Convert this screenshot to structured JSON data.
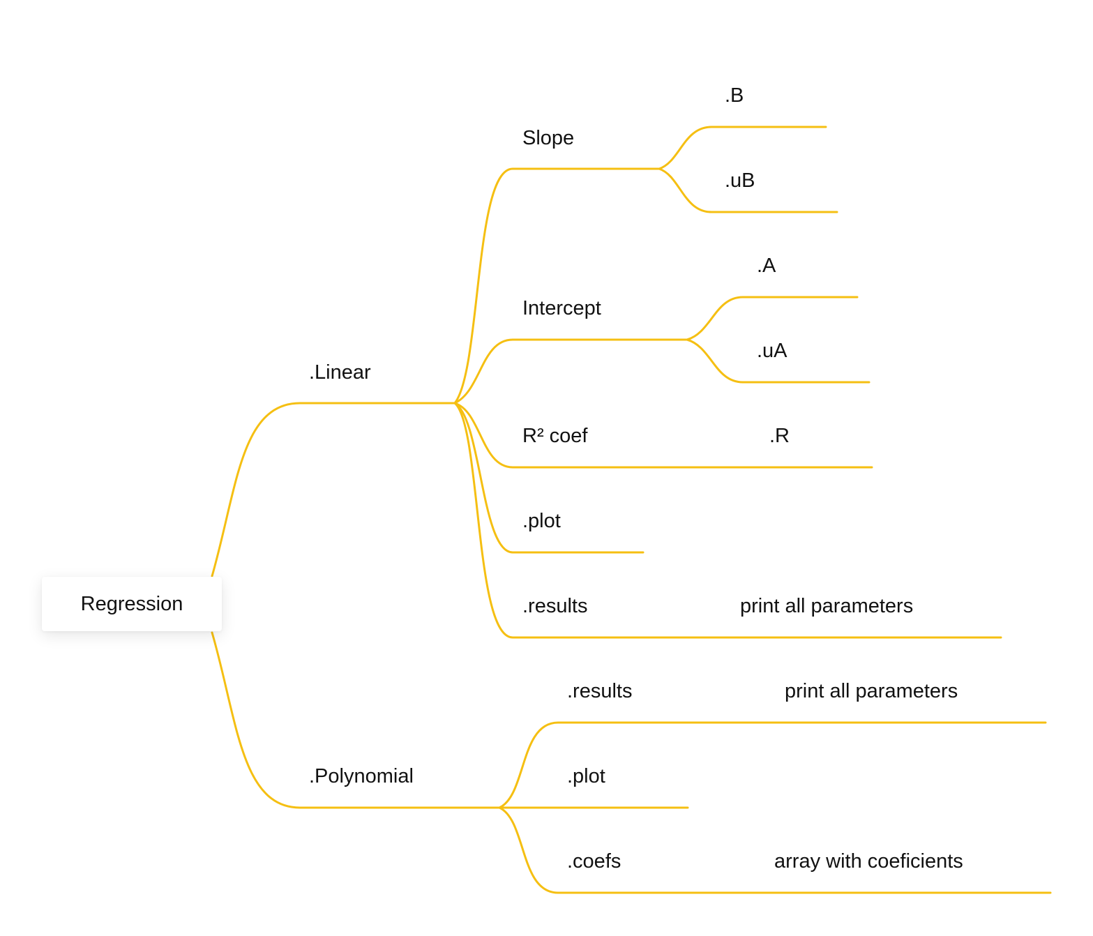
{
  "root": {
    "label": "Regression"
  },
  "linear": {
    "label": ".Linear",
    "slope": {
      "label": "Slope",
      "b": ".B",
      "ub": ".uB"
    },
    "intercept": {
      "label": "Intercept",
      "a": ".A",
      "ua": ".uA"
    },
    "r2": {
      "label": "R² coef",
      "value": ".R"
    },
    "plot": {
      "label": ".plot"
    },
    "results": {
      "label": ".results",
      "note": "print all parameters"
    }
  },
  "polynomial": {
    "label": ".Polynomial",
    "results": {
      "label": ".results",
      "note": "print all parameters"
    },
    "plot": {
      "label": ".plot"
    },
    "coefs": {
      "label": ".coefs",
      "note": "array with coeficients"
    }
  }
}
